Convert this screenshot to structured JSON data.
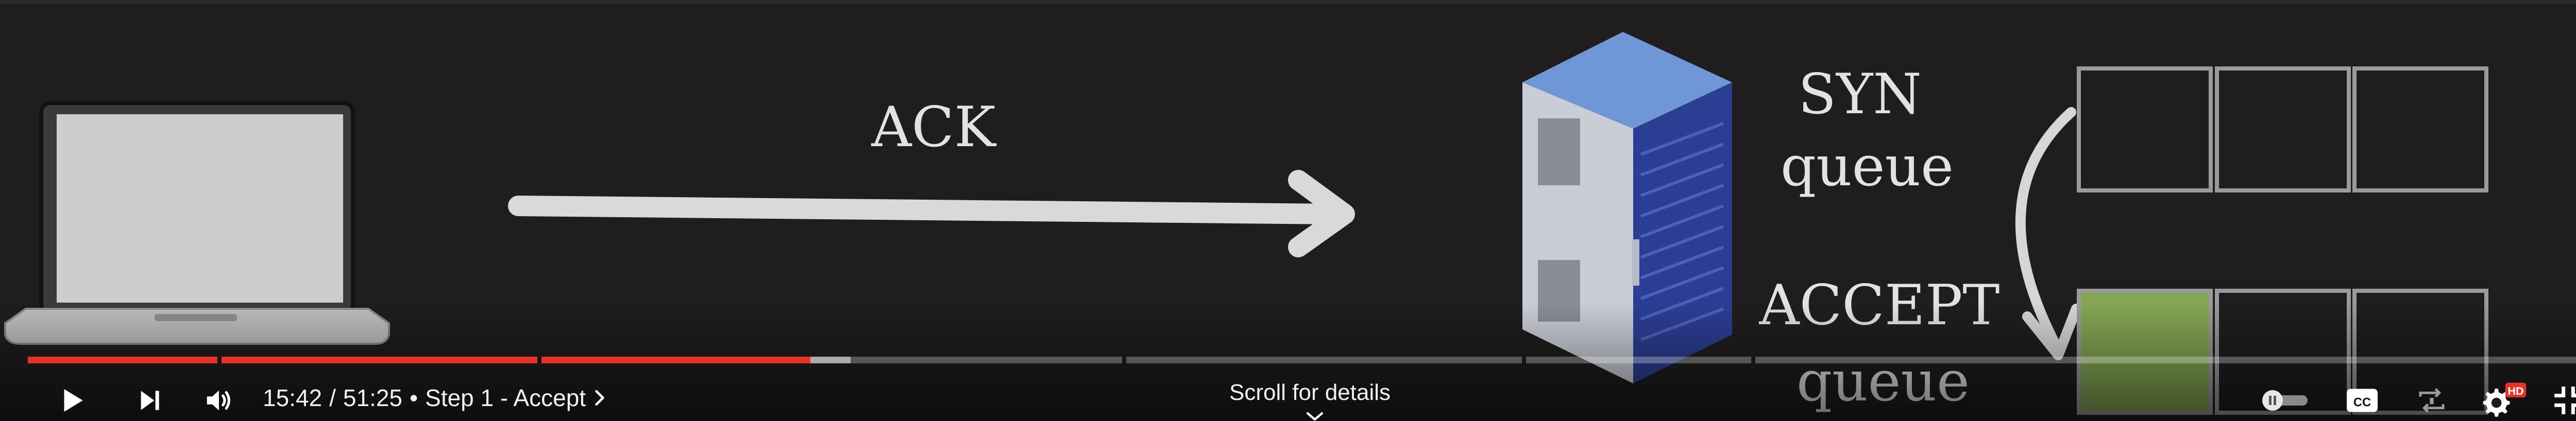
{
  "video": {
    "ack_label": "ACK",
    "syn_label_line1": "SYN",
    "syn_label_line2": "queue",
    "accept_label_line1": "ACCEPT",
    "accept_label_line2": "queue",
    "filled_slot_color": "#84a654",
    "server_color": "#5a82c8"
  },
  "progress": {
    "played_fraction": 0.3065,
    "played_color": "#e5332a"
  },
  "controls": {
    "play_icon": "play-icon",
    "next_icon": "next-icon",
    "volume_icon": "volume-icon",
    "current_time": "15:42",
    "separator": "/",
    "duration": "51:25",
    "bullet": "•",
    "chapter_title": "Step 1 - Accept",
    "scroll_hint": "Scroll for details",
    "autoplay_icon": "autoplay-toggle-icon",
    "captions_icon": "captions-icon",
    "captions_label": "CC",
    "miniplayer_icon": "miniplayer-icon",
    "settings_icon": "settings-icon",
    "settings_badge": "HD",
    "exit_fullscreen_icon": "exit-fullscreen-icon"
  }
}
